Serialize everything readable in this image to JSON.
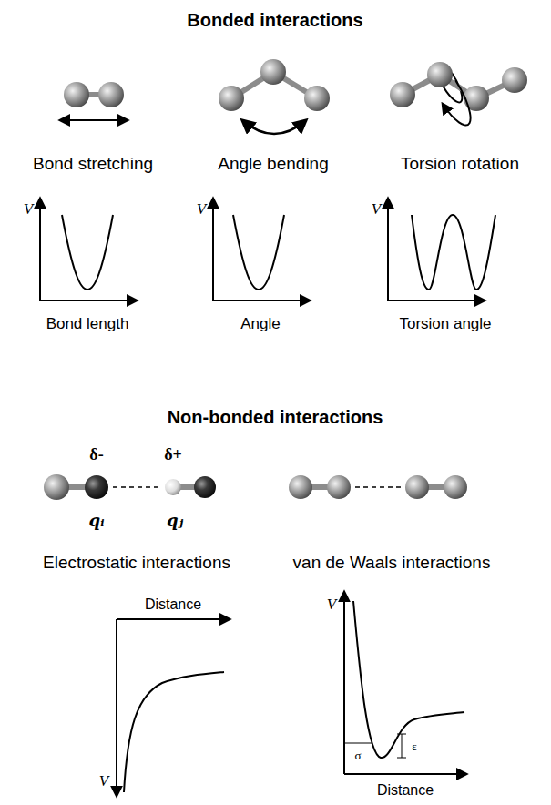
{
  "diagram": {
    "labels": [
      "Bonded interactions",
      "Bond stretching",
      "Angle bending",
      "Torsion rotation",
      "V",
      "Bond length",
      "V",
      "Angle",
      "V",
      "Torsion angle",
      "Non-bonded interactions",
      "δ-",
      "δ+",
      "qᵢ",
      "qⱼ",
      "Electrostatic interactions",
      "van de Waals interactions",
      "Distance",
      "V",
      "V",
      "σ",
      "ε",
      "Distance"
    ]
  }
}
